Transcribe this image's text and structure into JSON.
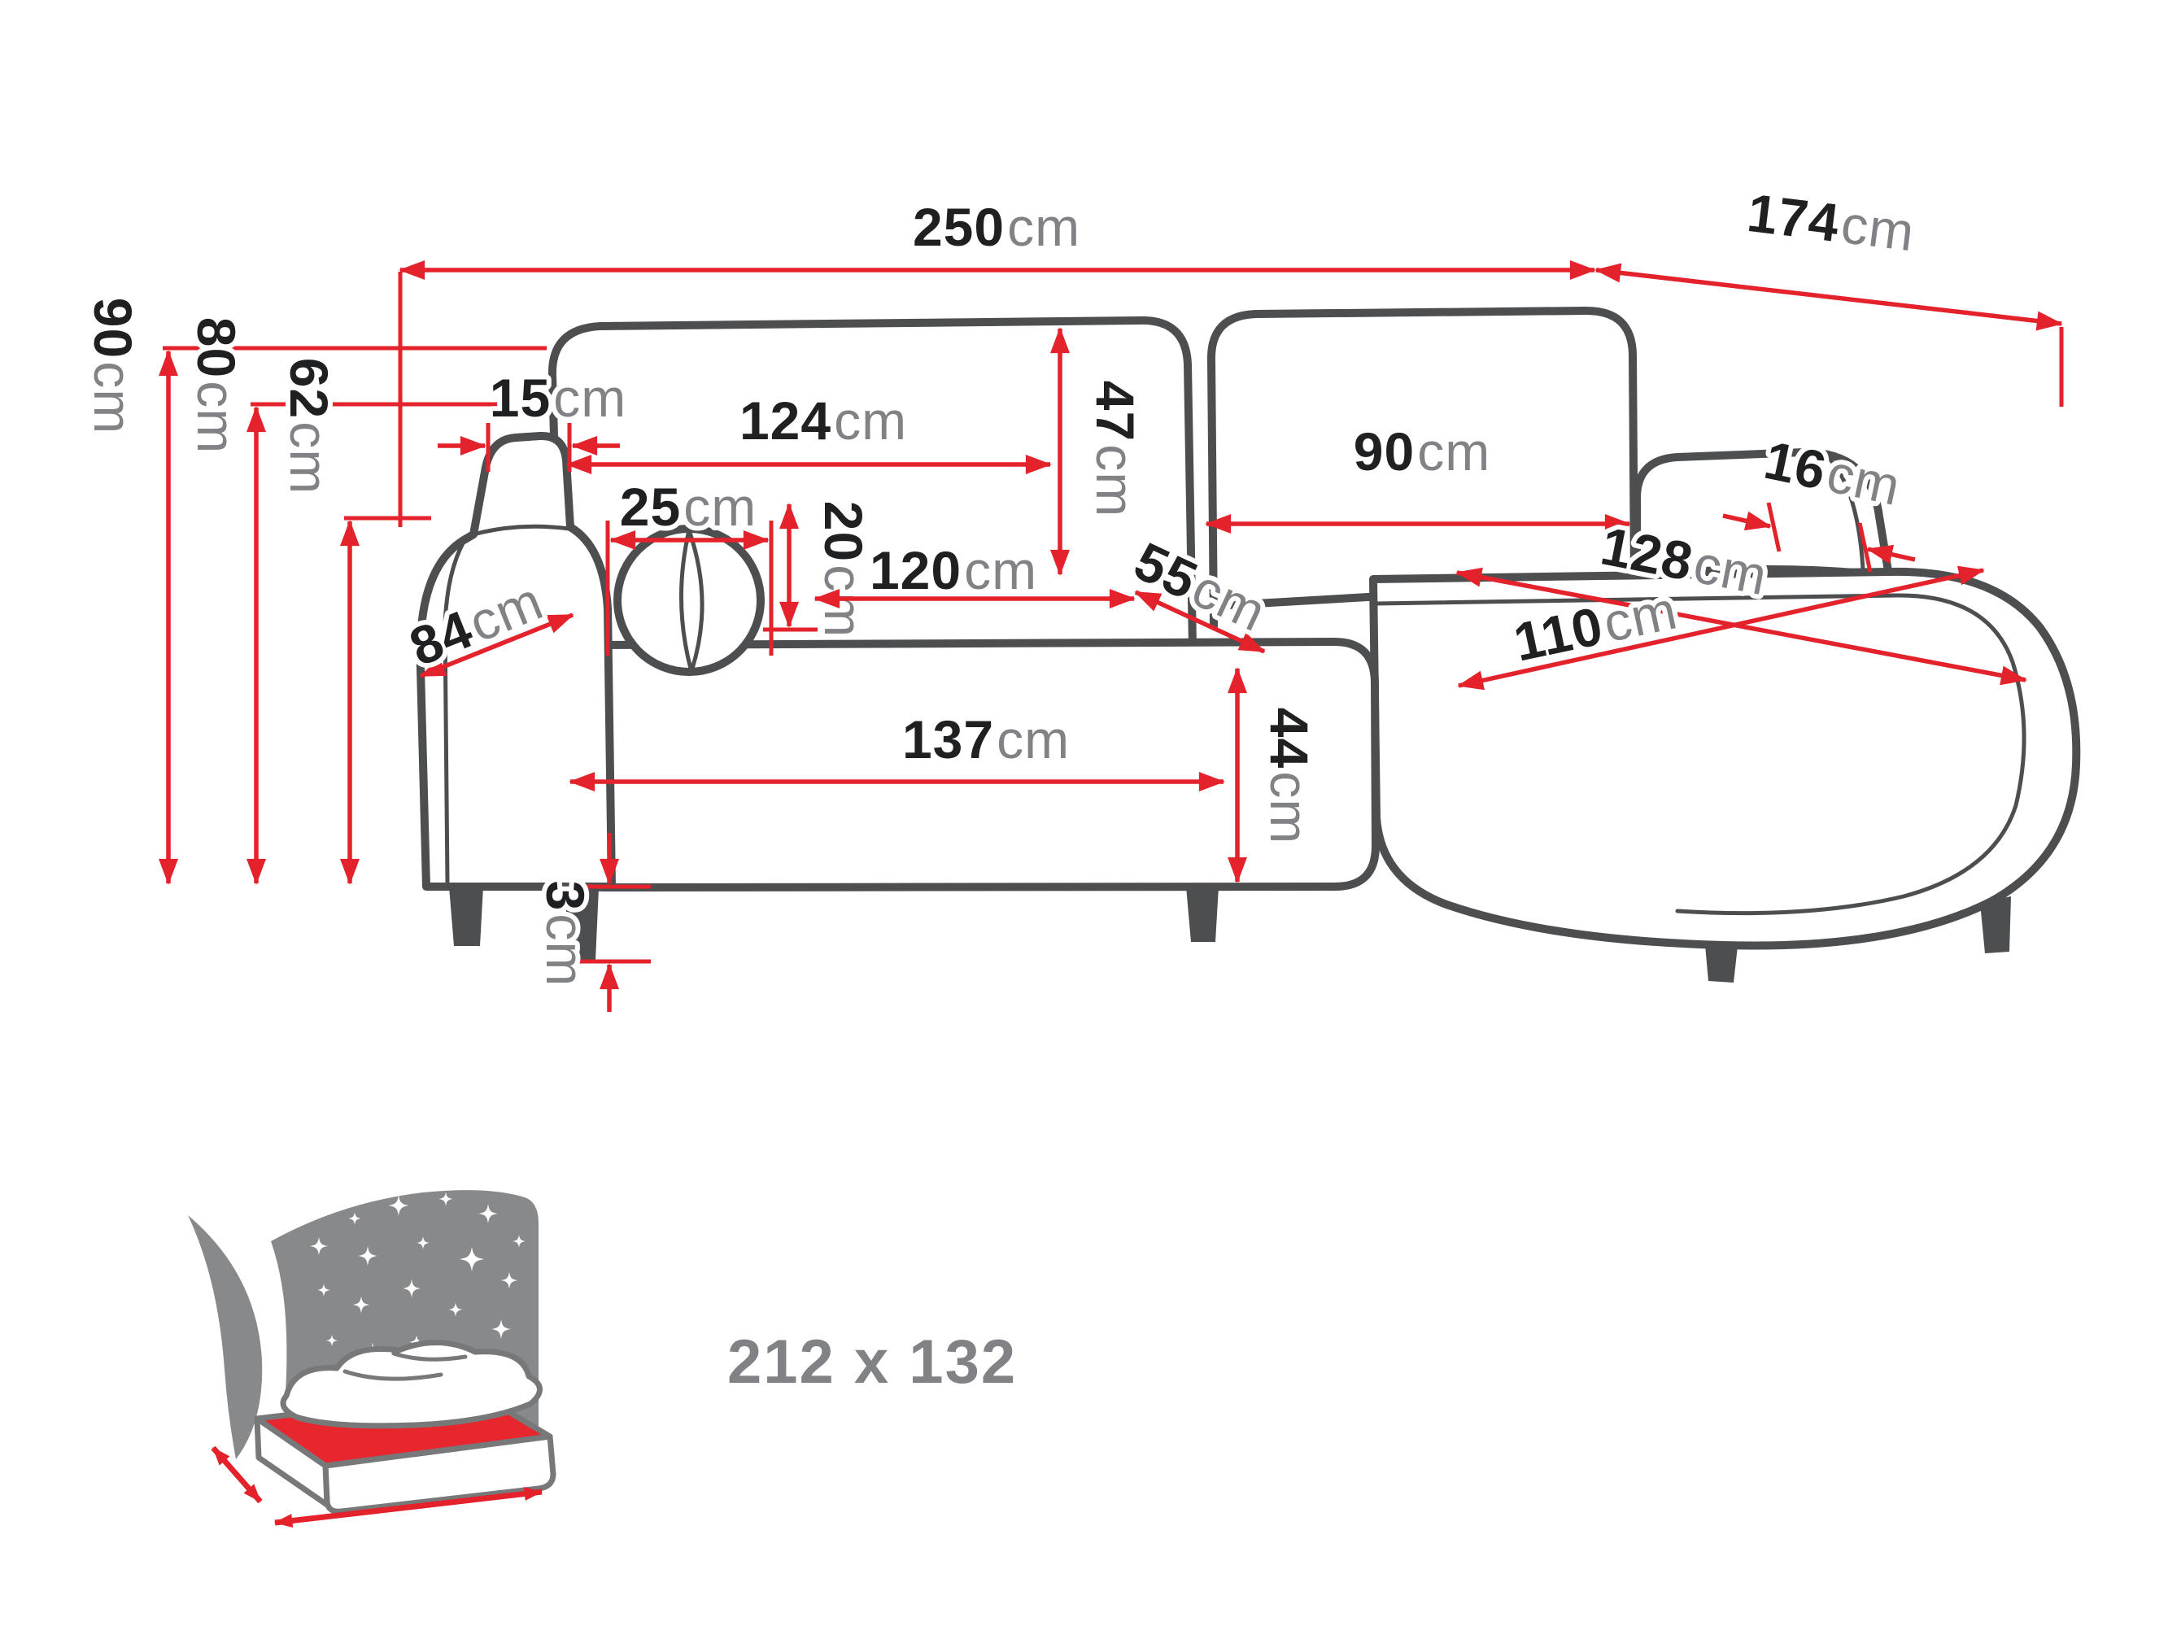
{
  "dims": {
    "total_width": {
      "value": "250",
      "unit": "cm"
    },
    "total_depth": {
      "value": "174",
      "unit": "cm"
    },
    "total_height": {
      "value": "90",
      "unit": "cm"
    },
    "backrest_height": {
      "value": "80",
      "unit": "cm"
    },
    "armrest_height": {
      "value": "62",
      "unit": "cm"
    },
    "armrest_top_width": {
      "value": "15",
      "unit": "cm"
    },
    "backrest_width": {
      "value": "124",
      "unit": "cm"
    },
    "back_cushion_height": {
      "value": "47",
      "unit": "cm"
    },
    "right_back_cushion_width": {
      "value": "90",
      "unit": "cm"
    },
    "right_armrest_width": {
      "value": "16",
      "unit": "cm"
    },
    "bolster_width": {
      "value": "25",
      "unit": "cm"
    },
    "bolster_height": {
      "value": "20",
      "unit": "cm"
    },
    "seat_width": {
      "value": "120",
      "unit": "cm"
    },
    "seat_depth": {
      "value": "55",
      "unit": "cm"
    },
    "chaise_length": {
      "value": "128",
      "unit": "cm"
    },
    "chaise_width": {
      "value": "110",
      "unit": "cm"
    },
    "armrest_depth": {
      "value": "84",
      "unit": "cm"
    },
    "seat_front_width": {
      "value": "137",
      "unit": "cm"
    },
    "seat_height": {
      "value": "44",
      "unit": "cm"
    },
    "leg_height": {
      "value": "3",
      "unit": "cm"
    }
  },
  "sleeping_area": {
    "size_label": "212 x 132"
  },
  "icons": {
    "sleeping_function": "bed-with-stars-icon"
  },
  "colors": {
    "dimension_red": "#e3222b",
    "sofa_outline": "#4d4e50",
    "number_black": "#1f2022",
    "unit_gray": "#808285",
    "bed_gray": "#88898b",
    "mattress_red": "#e8262e"
  }
}
